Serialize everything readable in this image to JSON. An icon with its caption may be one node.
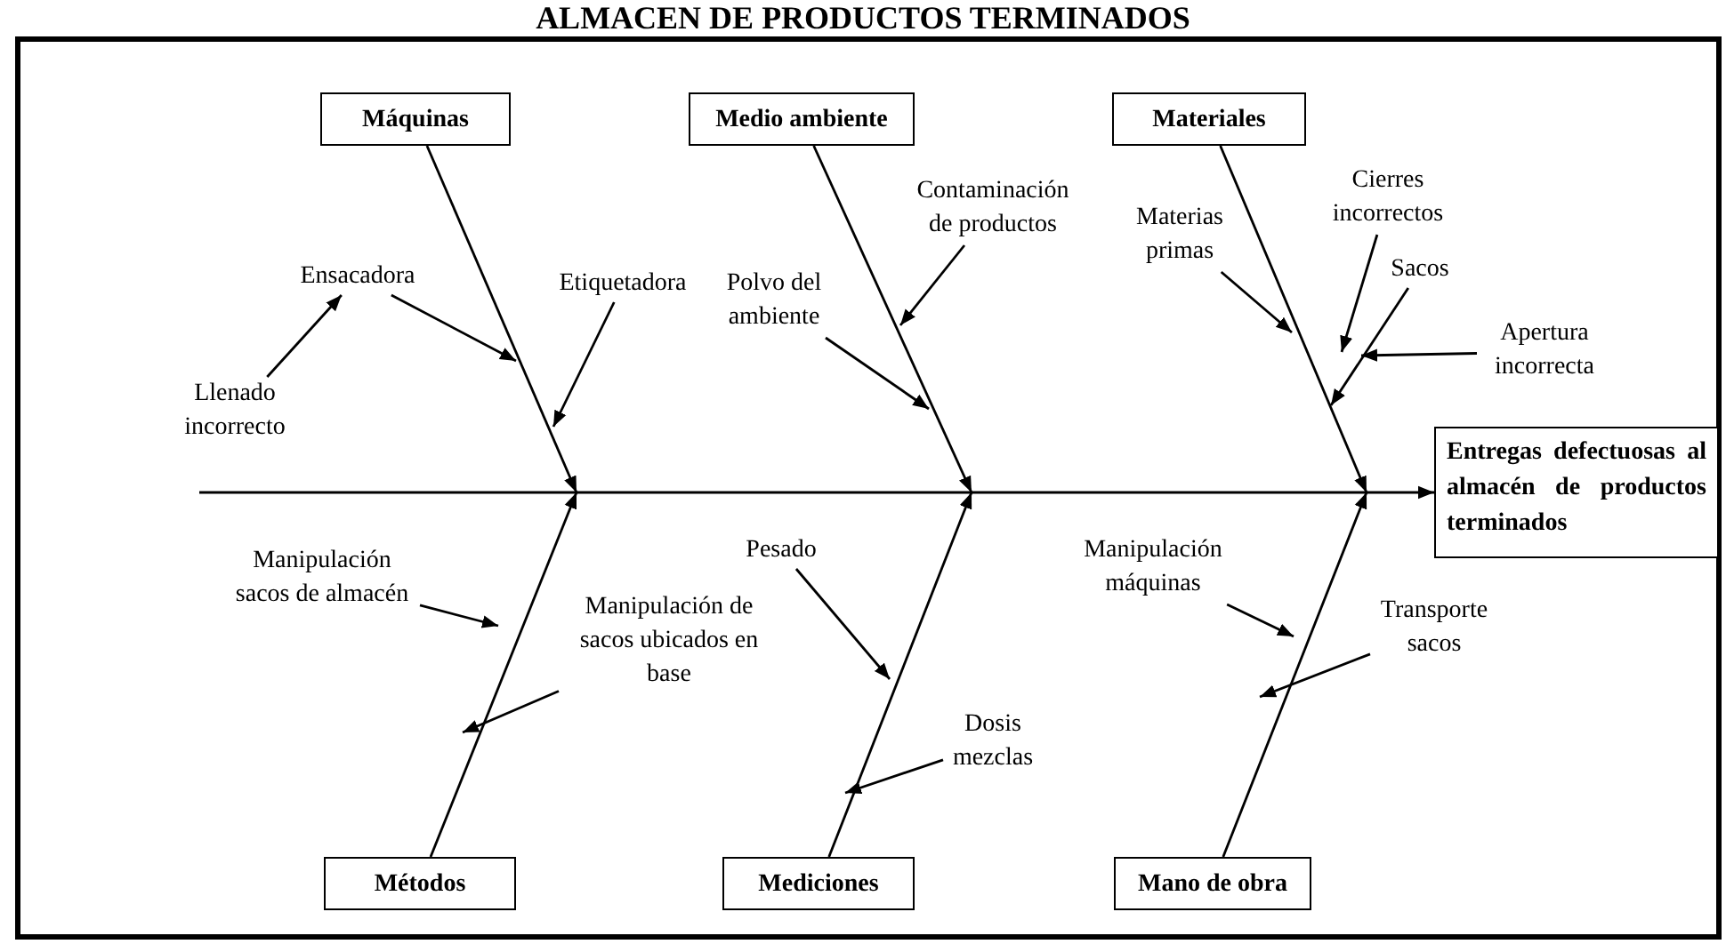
{
  "diagram": {
    "title": "ALMACEN DE PRODUCTOS TERMINADOS",
    "nodes": [
      {
        "text": [
          "Máquinas"
        ]
      },
      {
        "text": [
          "Medio ambiente"
        ]
      },
      {
        "text": [
          "Materiales"
        ]
      },
      {
        "text": [
          "Métodos"
        ]
      },
      {
        "text": [
          "Mediciones"
        ]
      },
      {
        "text": [
          "Mano de obra"
        ]
      },
      {
        "text": [
          "Entregas defectuosas al almacén de productos terminados"
        ]
      },
      {
        "text": [
          "Ensacadora"
        ]
      },
      {
        "text": [
          "Llenado incorrecto"
        ]
      },
      {
        "text": [
          "Etiquetadora"
        ]
      },
      {
        "text": [
          "Polvo del ambiente"
        ]
      },
      {
        "text": [
          "Contaminación de productos"
        ]
      },
      {
        "text": [
          "Materias primas"
        ]
      },
      {
        "text": [
          "Cierres incorrectos"
        ]
      },
      {
        "text": [
          "Sacos"
        ]
      },
      {
        "text": [
          "Apertura incorrecta"
        ]
      },
      {
        "text": [
          "Manipulación sacos de almacén"
        ]
      },
      {
        "text": [
          "Manipulación de sacos ubicados en base"
        ]
      },
      {
        "text": [
          "Pesado"
        ]
      },
      {
        "text": [
          "Dosis mezclas"
        ]
      },
      {
        "text": [
          "Manipulación máquinas"
        ]
      },
      {
        "text": [
          "Transporte sacos"
        ]
      }
    ],
    "edges": [
      {
        "from": null,
        "to": 6,
        "arrow": "to"
      },
      {
        "from": 0,
        "to": null,
        "arrow": "to"
      },
      {
        "from": 1,
        "to": null,
        "arrow": "to"
      },
      {
        "from": 2,
        "to": null,
        "arrow": "to"
      },
      {
        "from": 3,
        "to": null,
        "arrow": "to"
      },
      {
        "from": 4,
        "to": null,
        "arrow": "to"
      },
      {
        "from": 5,
        "to": null,
        "arrow": "to"
      },
      {
        "from": 7,
        "to": null,
        "arrow": "to"
      },
      {
        "from": 8,
        "to": 7,
        "arrow": "to"
      },
      {
        "from": 9,
        "to": null,
        "arrow": "to"
      },
      {
        "from": 10,
        "to": null,
        "arrow": "to"
      },
      {
        "from": 11,
        "to": null,
        "arrow": "to"
      },
      {
        "from": 12,
        "to": null,
        "arrow": "to"
      },
      {
        "from": 13,
        "to": null,
        "arrow": "to"
      },
      {
        "from": 14,
        "to": null,
        "arrow": "to"
      },
      {
        "from": 15,
        "to": null,
        "arrow": "to"
      },
      {
        "from": 16,
        "to": null,
        "arrow": "to"
      },
      {
        "from": 17,
        "to": null,
        "arrow": "to"
      },
      {
        "from": 18,
        "to": null,
        "arrow": "to"
      },
      {
        "from": 19,
        "to": null,
        "arrow": "to"
      },
      {
        "from": 20,
        "to": null,
        "arrow": "to"
      },
      {
        "from": 21,
        "to": null,
        "arrow": "to"
      }
    ]
  }
}
